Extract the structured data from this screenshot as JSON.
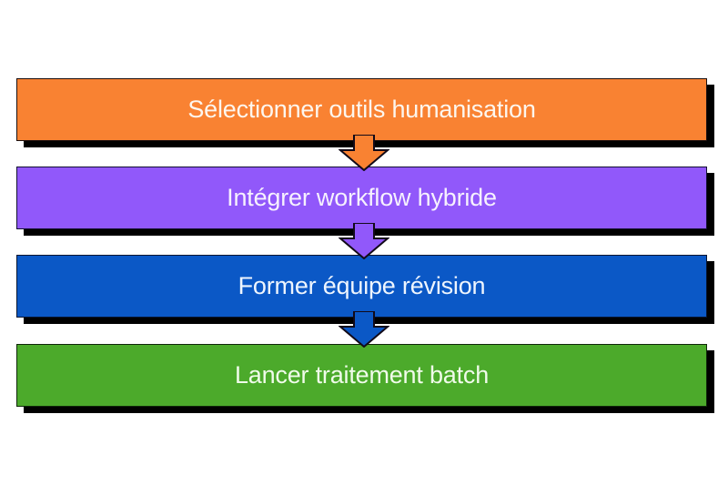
{
  "chart_data": {
    "type": "diagram",
    "diagram_type": "vertical-flowchart",
    "title": "",
    "orientation": "top-to-bottom",
    "node_count": 4,
    "connector_count": 3,
    "background_color": "#FFFFFF",
    "nodes": [
      {
        "id": "step-1",
        "order": 1,
        "label": "Sélectionner outils humanisation",
        "fill": "#F98232",
        "border_color": "#1A0F10",
        "text_color": "#FDF6EE",
        "shadow_color": "#000000"
      },
      {
        "id": "step-2",
        "order": 2,
        "label": "Intégrer workflow hybride",
        "fill": "#9158FA",
        "border_color": "#131033",
        "text_color": "#F6F1FE",
        "shadow_color": "#000000"
      },
      {
        "id": "step-3",
        "order": 3,
        "label": "Former équipe révision",
        "fill": "#0B58C6",
        "border_color": "#061530",
        "text_color": "#EEF5FE",
        "shadow_color": "#000000"
      },
      {
        "id": "step-4",
        "order": 4,
        "label": "Lancer traitement batch",
        "fill": "#4CAA2B",
        "border_color": "#0F2709",
        "text_color": "#F0FBEA",
        "shadow_color": "#000000"
      }
    ],
    "connectors": [
      {
        "id": "arrow-1",
        "from": "step-1",
        "to": "step-2",
        "shape": "down-arrow",
        "fill": "#F98232",
        "stroke": "#120A18"
      },
      {
        "id": "arrow-2",
        "from": "step-2",
        "to": "step-3",
        "shape": "down-arrow",
        "fill": "#9158FA",
        "stroke": "#120A18"
      },
      {
        "id": "arrow-3",
        "from": "step-3",
        "to": "step-4",
        "shape": "down-arrow",
        "fill": "#0B58C6",
        "stroke": "#120A18"
      }
    ]
  },
  "steps": [
    {
      "label": "Sélectionner outils humanisation"
    },
    {
      "label": "Intégrer workflow hybride"
    },
    {
      "label": "Former équipe révision"
    },
    {
      "label": "Lancer traitement batch"
    }
  ]
}
